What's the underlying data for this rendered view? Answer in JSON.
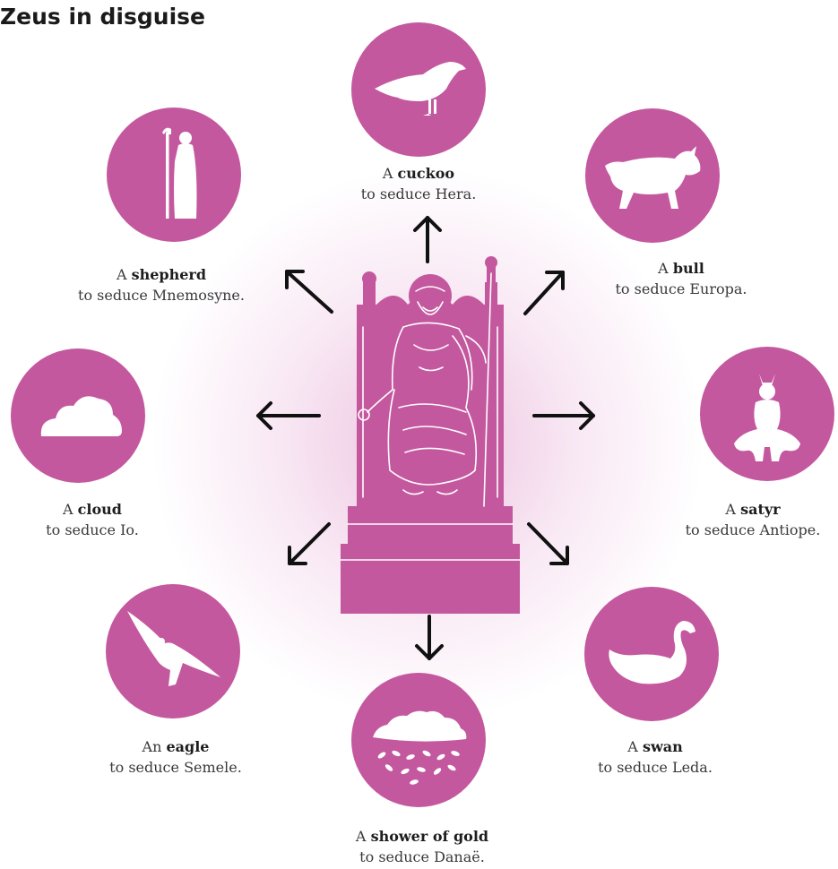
{
  "title": "Zeus in disguise",
  "colors": {
    "circle": "#c4589f",
    "statue": "#c4589f",
    "arrow": "#111111"
  },
  "disguises": [
    {
      "article": "A",
      "form": "cuckoo",
      "purpose": "to seduce Hera.",
      "icon": "cuckoo-icon"
    },
    {
      "article": "A",
      "form": "bull",
      "purpose": "to seduce Europa.",
      "icon": "bull-icon"
    },
    {
      "article": "A",
      "form": "satyr",
      "purpose": "to seduce Antiope.",
      "icon": "satyr-icon"
    },
    {
      "article": "A",
      "form": "swan",
      "purpose": "to seduce Leda.",
      "icon": "swan-icon"
    },
    {
      "article": "A",
      "form": "shower of gold",
      "purpose": "to seduce Danaë.",
      "icon": "shower-of-gold-icon"
    },
    {
      "article": "An",
      "form": "eagle",
      "purpose": "to seduce Semele.",
      "icon": "eagle-icon"
    },
    {
      "article": "A",
      "form": "cloud",
      "purpose": "to seduce Io.",
      "icon": "cloud-icon"
    },
    {
      "article": "A",
      "form": "shepherd",
      "purpose": "to seduce Mnemosyne.",
      "icon": "shepherd-icon"
    }
  ]
}
